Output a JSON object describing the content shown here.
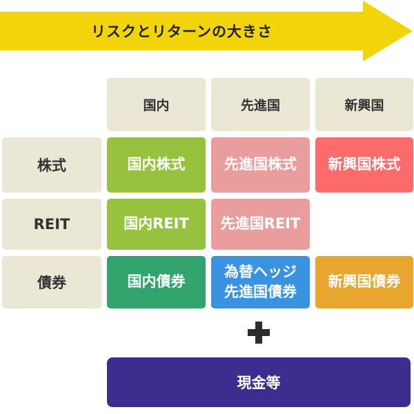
{
  "page": {
    "background": "#ffffff"
  },
  "arrow": {
    "label": "リスクとリターンの大きさ",
    "color": "#f1d40a",
    "text_color": "#222222"
  },
  "matrix": {
    "column_headers": [
      "国内",
      "先進国",
      "新興国"
    ],
    "row_headers": [
      "株式",
      "REIT",
      "債券"
    ],
    "header_bg": "#eae7d5",
    "header_text_color": "#333333",
    "cells": {
      "domestic_equity": {
        "label": "国内株式",
        "color": "#97c23e"
      },
      "developed_equity": {
        "label": "先進国株式",
        "color": "#ea9d9d"
      },
      "emerging_equity": {
        "label": "新興国株式",
        "color": "#fd6b6b"
      },
      "domestic_reit": {
        "label": "国内REIT",
        "color": "#97c23e"
      },
      "developed_reit": {
        "label": "先進国REIT",
        "color": "#ea9d9d"
      },
      "domestic_bond": {
        "label": "国内債券",
        "color": "#30a46c"
      },
      "hedged_developed_bond": {
        "label": "為替ヘッジ\n先進国債券",
        "color": "#3a93e0"
      },
      "emerging_bond": {
        "label": "新興国債券",
        "color": "#e8a62f"
      }
    }
  },
  "plus": {
    "symbol": "+",
    "color": "#2b2b2b"
  },
  "cash": {
    "label": "現金等",
    "color": "#3b2d8e",
    "text_color": "#ffffff"
  }
}
